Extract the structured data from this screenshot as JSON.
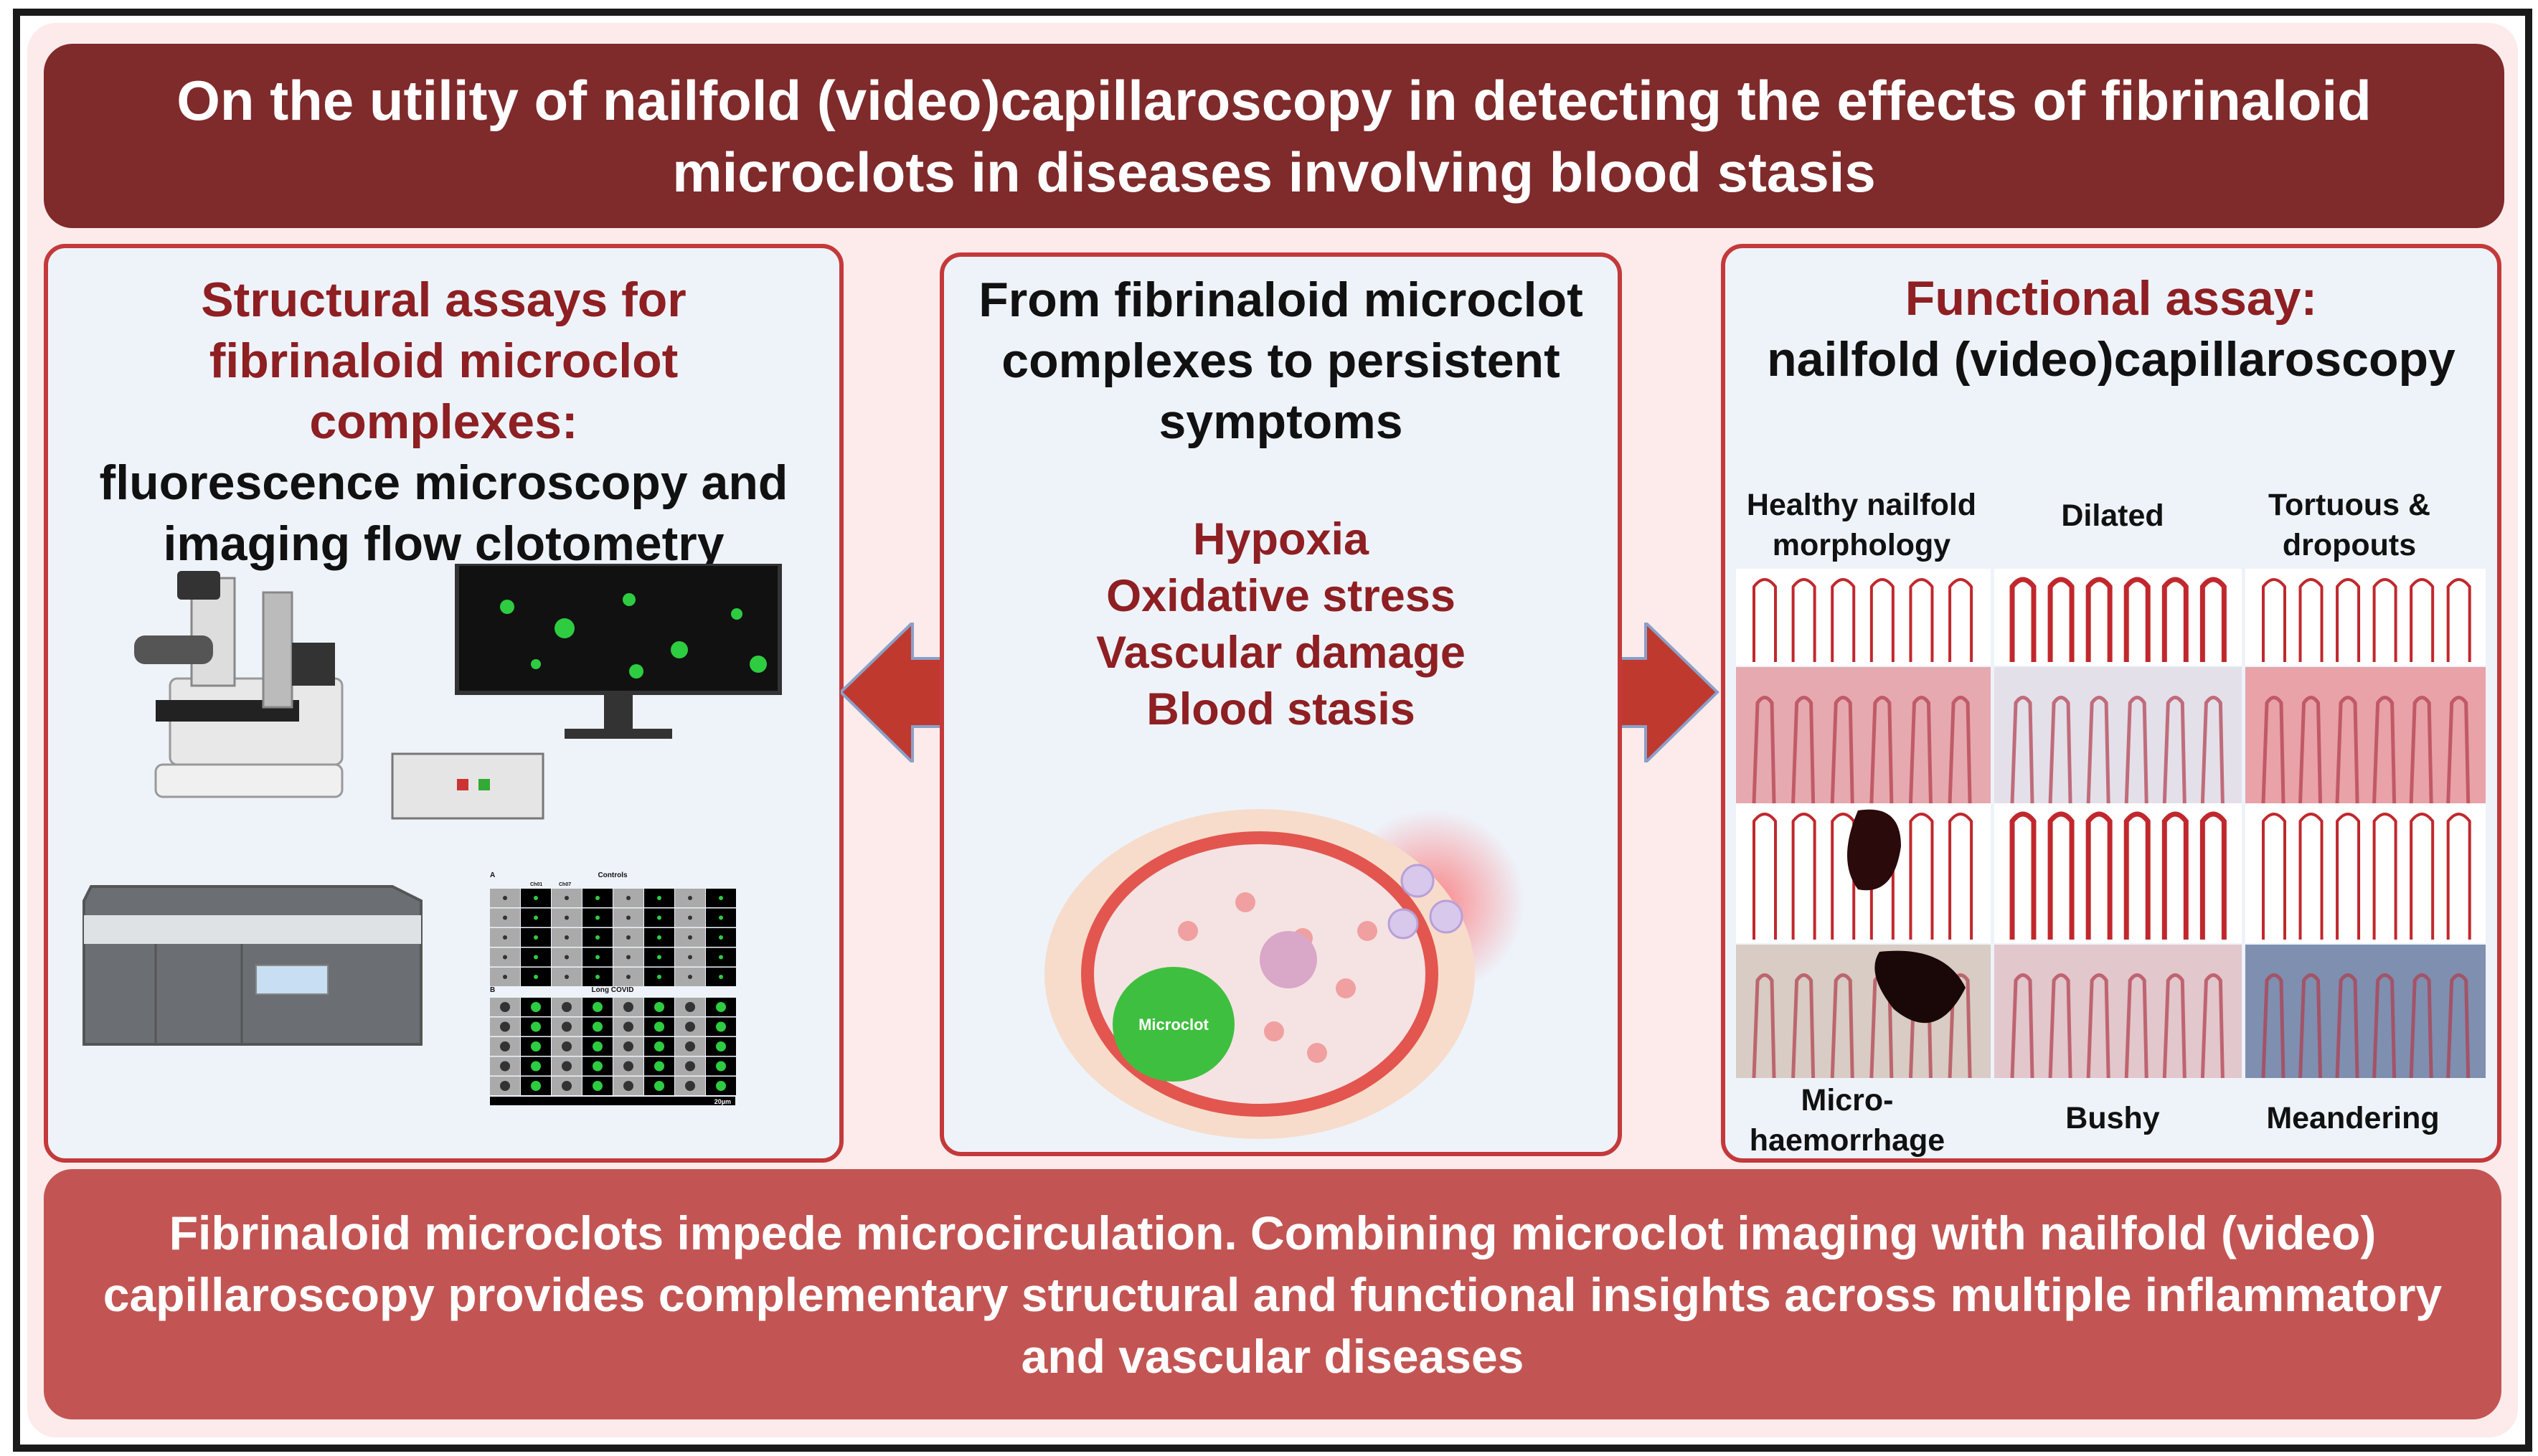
{
  "title": "On the utility of nailfold (video)capillaroscopy in detecting the effects of fibrinaloid microclots in diseases involving blood stasis",
  "left_panel": {
    "heading_red": "Structural assays for fibrinaloid microclot complexes:",
    "heading_black": "fluorescence microscopy and imaging flow clotometry",
    "grid": {
      "section_a": "A",
      "section_a_title": "Controls",
      "section_b": "B",
      "section_b_title": "Long COVID",
      "channels": [
        "Ch01",
        "Ch07"
      ],
      "scale": "20µm"
    }
  },
  "middle_panel": {
    "heading": "From fibrinaloid microclot complexes to persistent symptoms",
    "symptoms": [
      "Hypoxia",
      "Oxidative stress",
      "Vascular damage",
      "Blood stasis"
    ],
    "microclot_label": "Microclot"
  },
  "right_panel": {
    "heading_red": "Functional assay:",
    "heading_black": "nailfold (video)capillaroscopy",
    "top_labels": [
      "Healthy nailfold morphology",
      "Dilated",
      "Tortuous & dropouts"
    ],
    "bottom_labels": [
      "Micro-haemorrhage",
      "Bushy",
      "Meandering"
    ]
  },
  "bottom": "Fibrinaloid microclots impede microcirculation. Combining microclot imaging with nailfold (video) capillaroscopy provides complementary structural and functional insights across multiple inflammatory and vascular diseases",
  "colors": {
    "title_bg": "#7f2a2b",
    "panel_border": "#c4393a",
    "bottom_bg": "#c25553",
    "arrow": "#c0392f"
  }
}
